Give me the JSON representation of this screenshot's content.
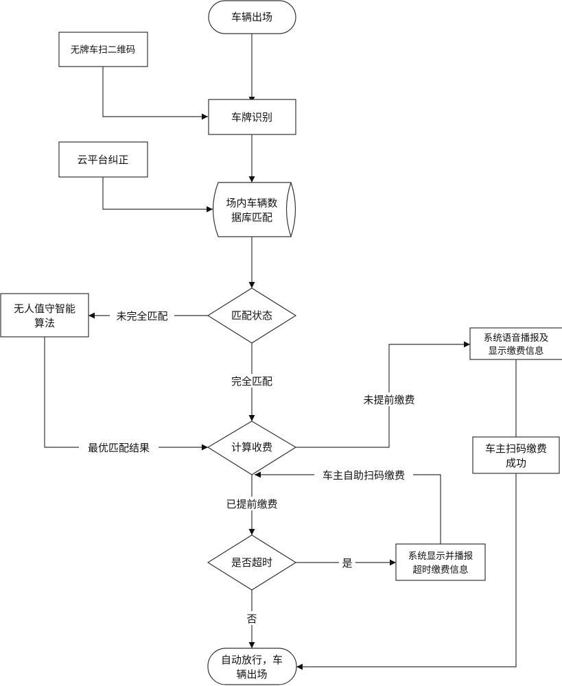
{
  "nodes": {
    "exit_start": "车辆出场",
    "no_plate_scan": "无牌车扫二维码",
    "plate_recognition": "车牌识别",
    "cloud_correction": "云平台纠正",
    "db_match": [
      "场内车辆数",
      "据库匹配"
    ],
    "match_status": "匹配状态",
    "unattended_algorithm": [
      "无人值守智能",
      "算法"
    ],
    "calc_fee": "计算收费",
    "voice_broadcast": [
      "系统语音播报及",
      "显示缴费信息"
    ],
    "owner_scan_pay": [
      "车主扫码缴费",
      "成功"
    ],
    "timeout_check": "是否超时",
    "timeout_display": [
      "系统显示并播报",
      "超时缴费信息"
    ],
    "auto_release": [
      "自动放行，车",
      "辆出场"
    ]
  },
  "edges": {
    "incomplete_match": "未完全匹配",
    "complete_match": "完全匹配",
    "best_match_result": "最优匹配结果",
    "not_prepaid": "未提前缴费",
    "self_scan_pay": "车主自助扫码缴费",
    "prepaid": "已提前缴费",
    "yes": "是",
    "no": "否"
  }
}
